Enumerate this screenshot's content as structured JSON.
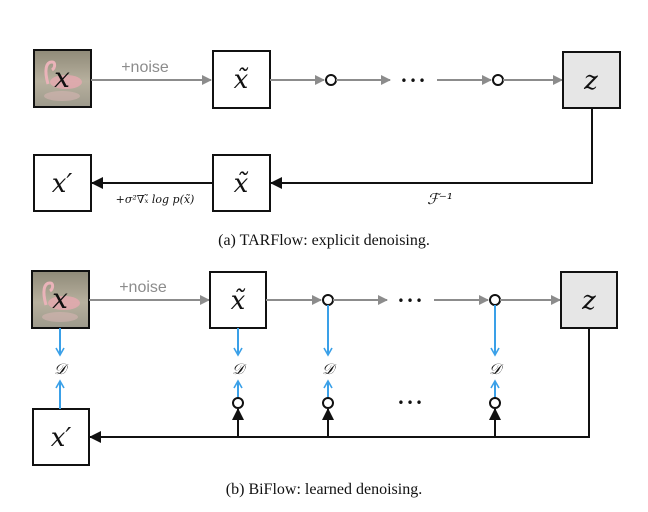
{
  "colors": {
    "gray_arrow": "#8c8c8c",
    "black": "#111111",
    "blue": "#3aa0e8",
    "z_fill": "#e6e6e6"
  },
  "panel_a": {
    "noise_label": "+noise",
    "input_label": "x",
    "noisy_label": "x̃",
    "latent_label": "z",
    "dots": "•••",
    "output_label": "x′",
    "denoised_noisy_label": "x̃",
    "inverse_label": "ℱ⁻¹",
    "score_label": "+σ²∇ₓ̃ log p(x̃)",
    "caption": "(a) TARFlow: explicit denoising."
  },
  "panel_b": {
    "noise_label": "+noise",
    "input_label": "x",
    "noisy_label": "x̃",
    "latent_label": "z",
    "dots_top": "•••",
    "dots_bottom": "•••",
    "output_label": "x′",
    "distance_label": "𝒟",
    "caption": "(b) BiFlow: learned denoising."
  }
}
